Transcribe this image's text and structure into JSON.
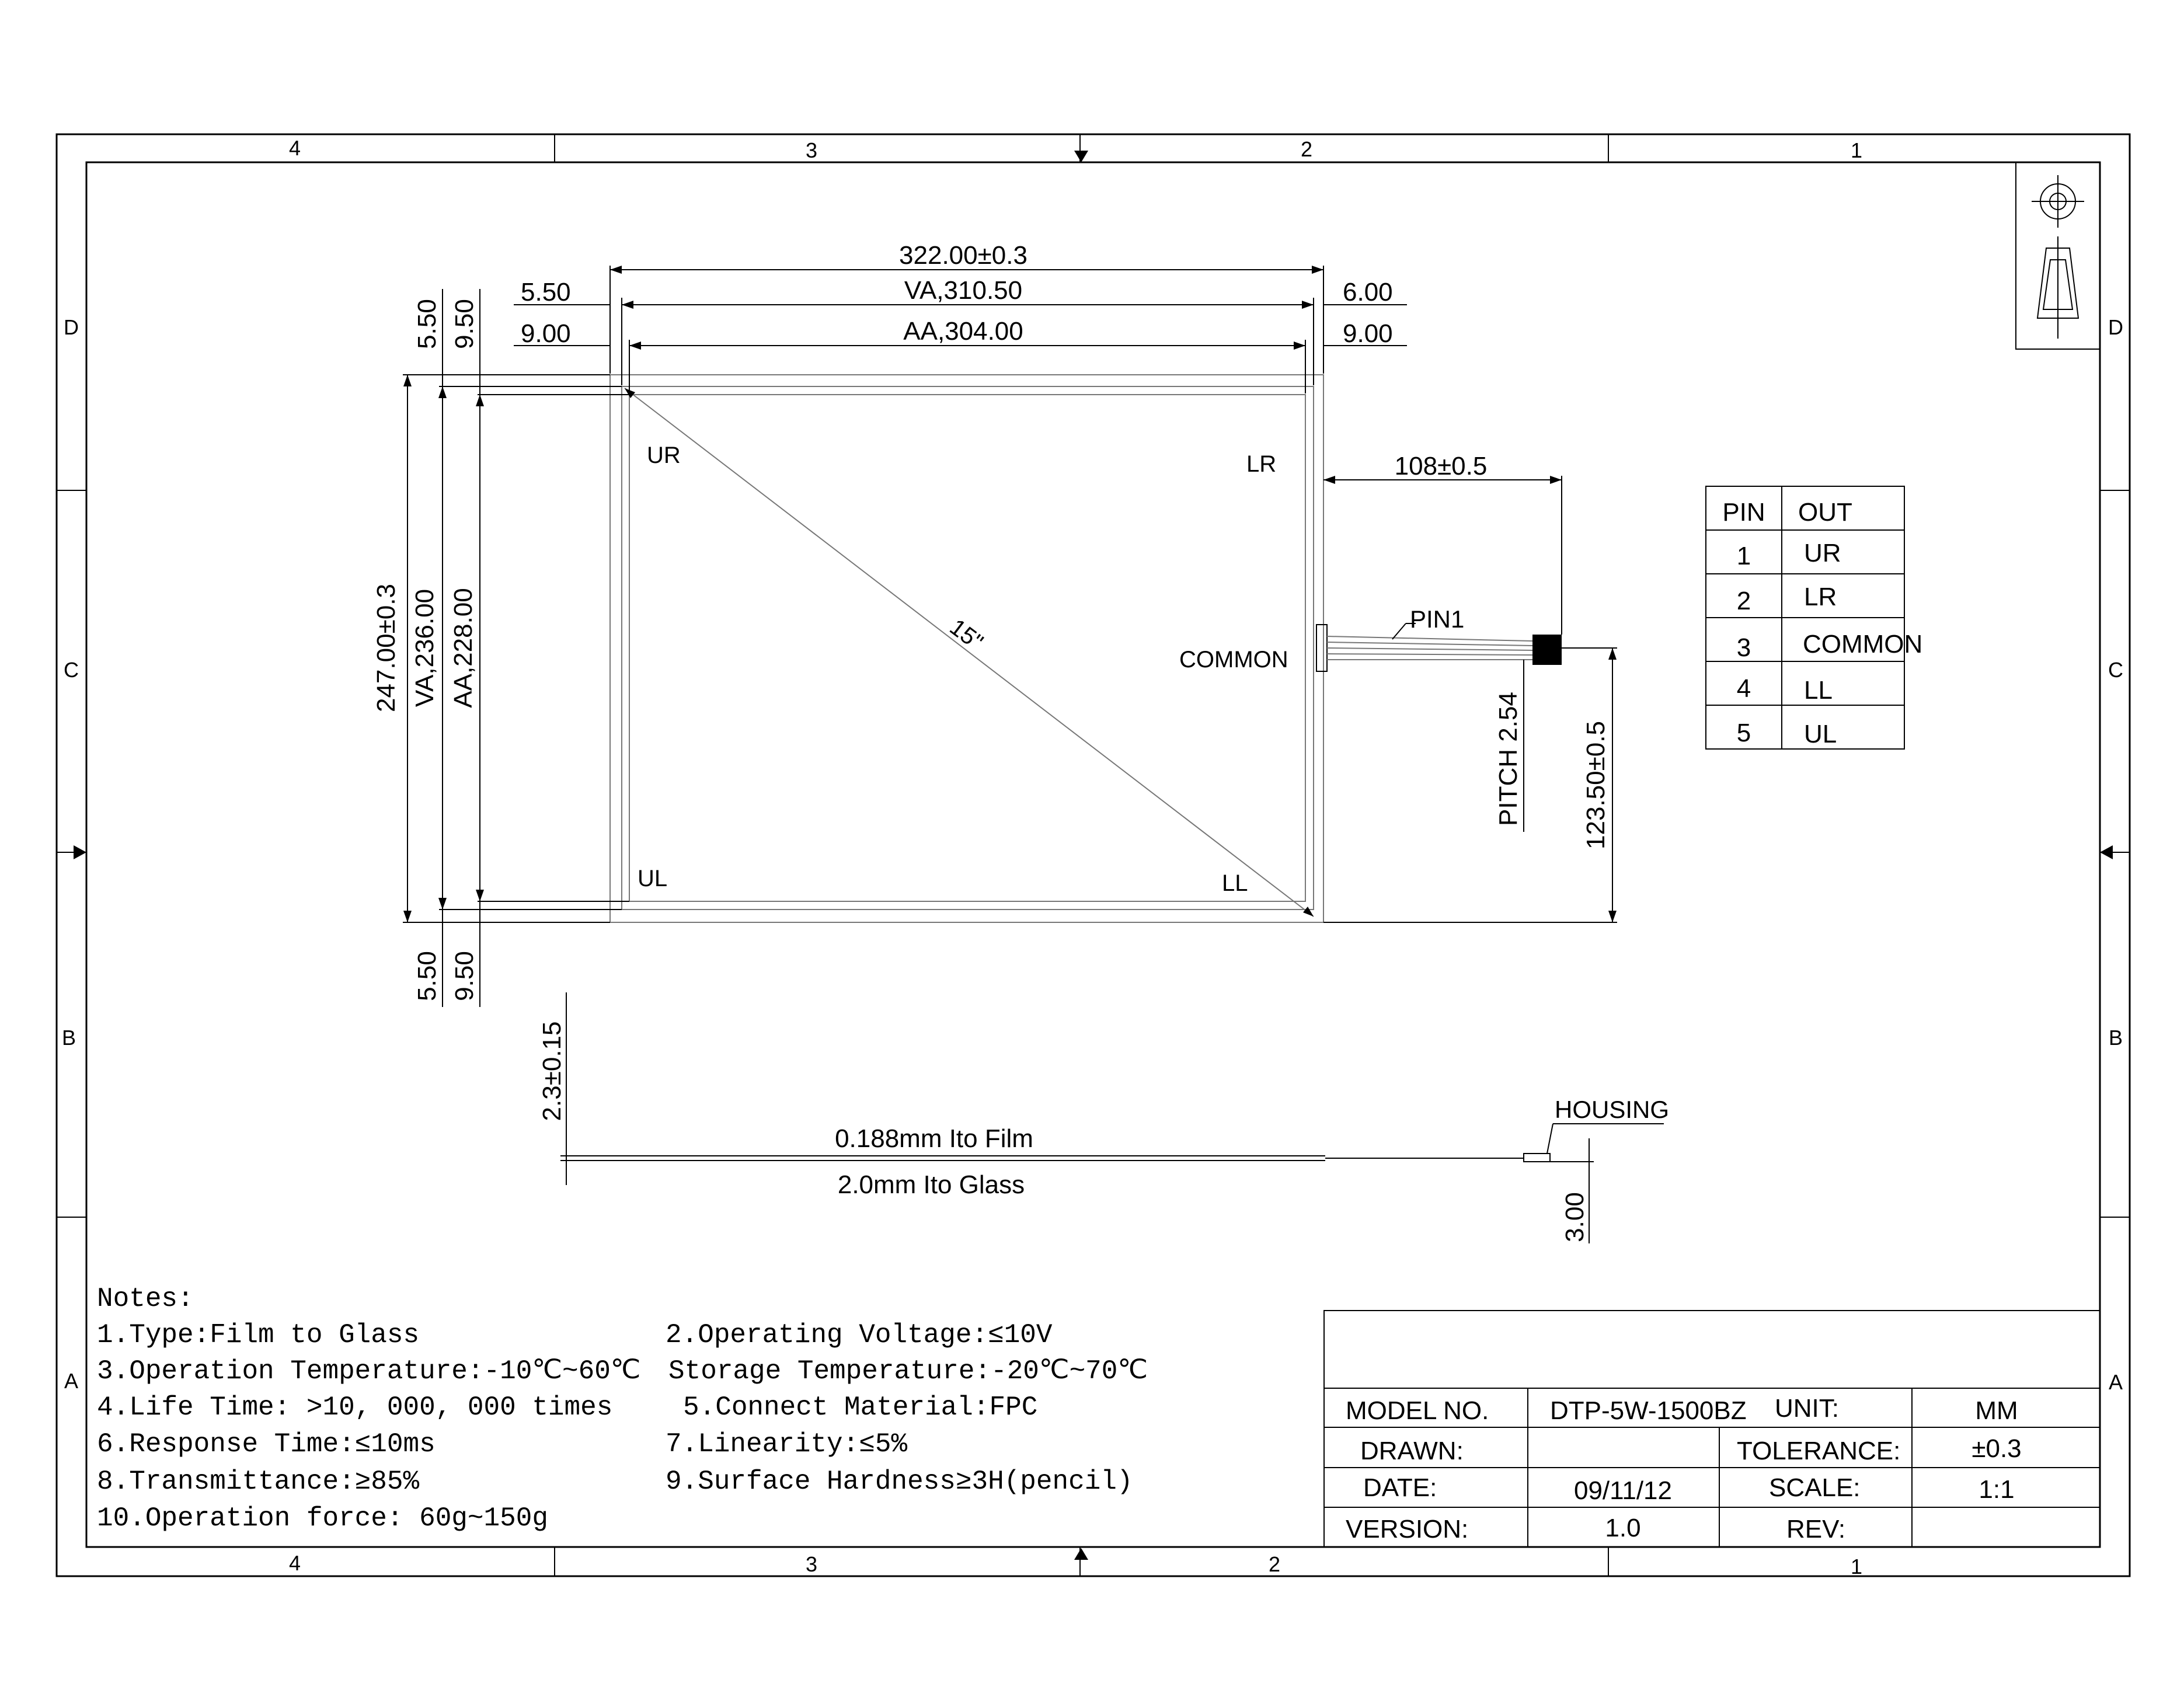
{
  "frame": {
    "col_labels_top": [
      "4",
      "3",
      "2",
      "1"
    ],
    "col_labels_bottom": [
      "4",
      "3",
      "2",
      "1"
    ],
    "row_labels_left": [
      "D",
      "C",
      "B",
      "A"
    ],
    "row_labels_right": [
      "D",
      "C",
      "B",
      "A"
    ]
  },
  "front_view": {
    "dims": {
      "overall_width": "322.00±0.3",
      "va_width": "VA,310.50",
      "aa_width": "AA,304.00",
      "left_top_outer": "5.50",
      "left_top_inner": "9.00",
      "right_top_outer": "6.00",
      "right_top_inner": "9.00",
      "top_v_outer": "5.50",
      "top_v_inner": "9.50",
      "bottom_v_outer": "5.50",
      "bottom_v_inner": "9.50",
      "overall_height": "247.00±0.3",
      "va_height": "VA,236.00",
      "aa_height": "AA,228.00",
      "tail_length": "108±0.5",
      "tail_offset": "123.50±0.5",
      "pitch": "PITCH 2.54"
    },
    "labels": {
      "ur": "UR",
      "lr": "LR",
      "ul": "UL",
      "ll": "LL",
      "common": "COMMON",
      "diagonal": "15\"",
      "pin1": "PIN1"
    }
  },
  "pin_table": {
    "headers": [
      "PIN",
      "OUT"
    ],
    "rows": [
      [
        "1",
        "UR"
      ],
      [
        "2",
        "LR"
      ],
      [
        "3",
        "COMMON"
      ],
      [
        "4",
        "LL"
      ],
      [
        "5",
        "UL"
      ]
    ]
  },
  "side_view": {
    "thickness": "2.3±0.15",
    "film": "0.188mm Ito Film",
    "glass": "2.0mm Ito Glass",
    "housing": "HOUSING",
    "housing_height": "3.00"
  },
  "notes": {
    "heading": "Notes:",
    "left": [
      "1.Type:Film to Glass",
      "3.Operation Temperature:-10℃~60℃",
      "4.Life Time: >10, 000, 000 times",
      "6.Response Time:≤10ms",
      "8.Transmittance:≥85%",
      "10.Operation force: 60g~150g"
    ],
    "right": [
      "2.Operating Voltage:≤10V",
      "Storage Temperature:-20℃~70℃",
      "5.Connect Material:FPC",
      "7.Linearity:≤5%",
      "9.Surface Hardness≥3H(pencil)"
    ]
  },
  "title_block": {
    "model_label": "MODEL NO.",
    "model_value": "DTP-5W-1500BZ",
    "unit_label": "UNIT:",
    "unit_value": "MM",
    "drawn_label": "DRAWN:",
    "drawn_value": "",
    "tolerance_label": "TOLERANCE:",
    "tolerance_value": "±0.3",
    "date_label": "DATE:",
    "date_value": "09/11/12",
    "scale_label": "SCALE:",
    "scale_value": "1:1",
    "version_label": "VERSION:",
    "version_value": "1.0",
    "rev_label": "REV:",
    "rev_value": ""
  }
}
